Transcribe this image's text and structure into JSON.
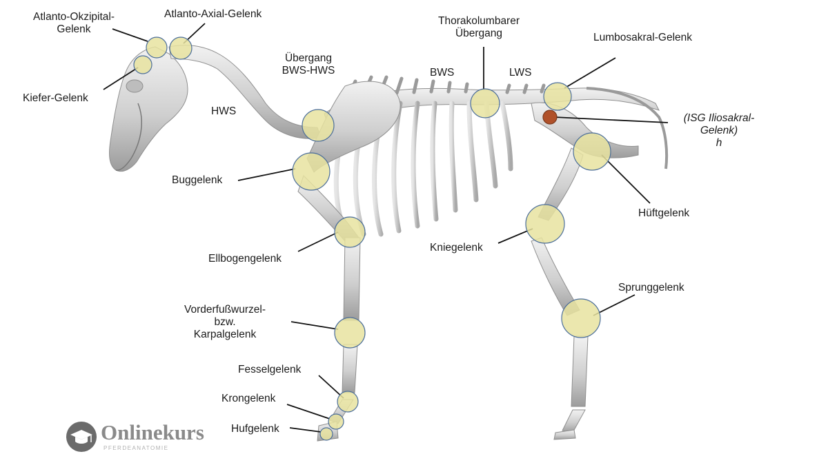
{
  "labels": {
    "atlanto_okzipital": [
      "Atlanto-Okzipital-",
      "Gelenk"
    ],
    "atlanto_axial": "Atlanto-Axial-Gelenk",
    "kiefer": "Kiefer-Gelenk",
    "hws": "HWS",
    "uebergang_bws_hws": [
      "Übergang",
      "BWS-HWS"
    ],
    "bws": "BWS",
    "thorakolumbal": [
      "Thorakolumbarer",
      "Übergang"
    ],
    "lws": "LWS",
    "lumbosakral": "Lumbosakral-Gelenk",
    "isg": [
      "(ISG Iliosakral-",
      "Gelenk)",
      "h"
    ],
    "buggelenk": "Buggelenk",
    "hueftgelenk": "Hüftgelenk",
    "ellbogengelenk": "Ellbogengelenk",
    "kniegelenk": "Kniegelenk",
    "karpal": [
      "Vorderfußwurzel-",
      "bzw.",
      "Karpalgelenk"
    ],
    "sprunggelenk": "Sprunggelenk",
    "fesselgelenk": "Fesselgelenk",
    "krongelenk": "Krongelenk",
    "hufgelenk": "Hufgelenk"
  },
  "logo": {
    "title": "Onlinekurs",
    "subtitle": "PFERDEANATOMIE",
    "icon": "graduation-cap-icon"
  },
  "colors": {
    "joint_fill": "#e8e3a0",
    "joint_stroke": "#4a6d9a",
    "isg_fill": "#b0512a",
    "bone": "#d4d4d4",
    "bone_dark": "#9a9a9a",
    "leader": "#111111"
  }
}
